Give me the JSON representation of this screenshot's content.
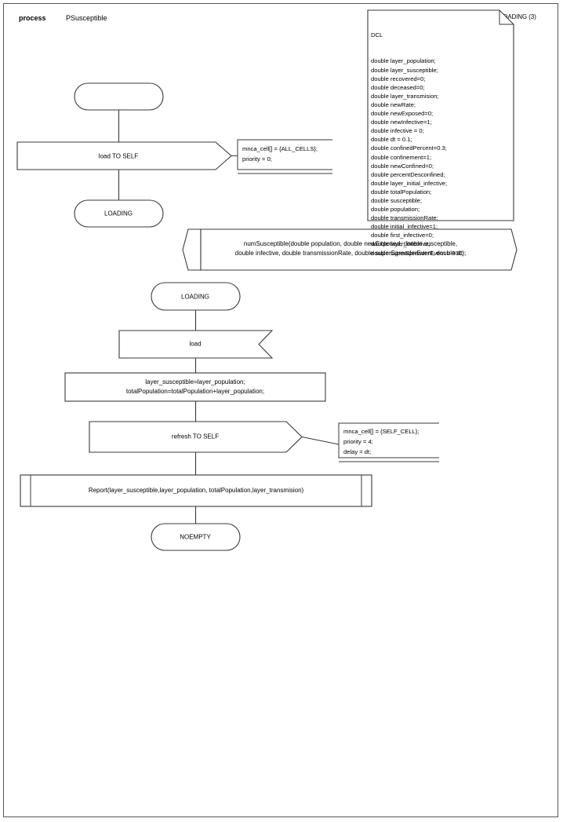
{
  "page": {
    "header_keyword": "process",
    "header_name": "PSusceptible",
    "frame_tag": "LOADING (3)"
  },
  "declaration": {
    "title": "DCL",
    "variables": [
      "double layer_population;",
      "double layer_susceptible;",
      "double recovered=0;",
      "double deceased=0;",
      "double layer_transmision;",
      "double newRate;",
      "double newExposed=0;",
      "double newInfective=1;",
      "double infective = 0;",
      "double dt = 0.1;",
      "double confinedPercent=0.3;",
      "double confinement=1;",
      "double newConfined=0;",
      "double percentDesconfined;",
      "double layer_initial_infective;",
      "double totalPopulation;",
      "double susceptible;",
      "double population;",
      "double transmissionRate;",
      "double initial_infective=1;",
      "double first_infective=0;",
      "double layer_infective;",
      "double superSpreaderEvent = 300;"
    ]
  },
  "flow": {
    "start_label": "",
    "output_load": "load TO SELF",
    "output_load_note": "mnca_cell[] = {ALL_CELLS};\npriority = 0;",
    "state_loading_1": "LOADING",
    "procedure_decl": "numSusceptible(double population, double newExposed, double susceptible,\ndouble infective, double transmissionRate, double superSpreaderEvent, double dt);",
    "state_loading_2": "LOADING",
    "input_load": "load",
    "task_assign": "layer_susceptible=layer_population;\ntotalPopulation=totalPopulation+layer_population;",
    "output_refresh": "refresh TO SELF",
    "output_refresh_note": "mnca_cell[] = {SELF_CELL};\npriority = 4;\ndelay = dt;",
    "procedure_call": "Report(layer_susceptible,layer_population, totalPopulation,layer_transmision)",
    "state_noempty": "NOEMPTY"
  },
  "colors": {
    "stroke": "#3a3a3a",
    "frame": "#555555",
    "background": "#ffffff",
    "text": "#000000"
  }
}
